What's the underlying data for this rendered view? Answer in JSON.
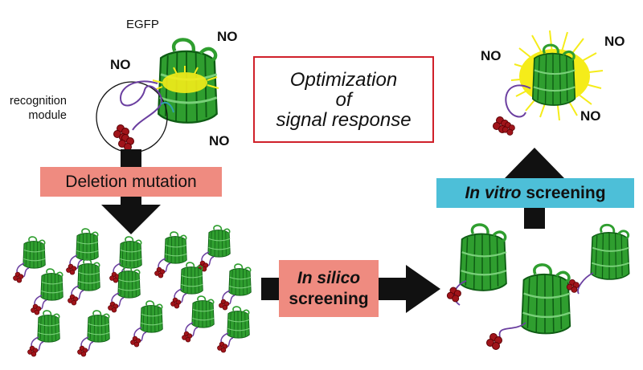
{
  "labels": {
    "egfp": "EGFP",
    "no": "NO",
    "recognition_line1": "recognition",
    "recognition_line2": "module"
  },
  "boxes": {
    "optimization_line1": "Optimization",
    "optimization_line2": "of",
    "optimization_line3": "signal response",
    "deletion": "Deletion mutation",
    "in_silico_italic": "In silico",
    "in_silico_rest": "screening",
    "in_vitro_italic": "In vitro",
    "in_vitro_rest": " screening"
  },
  "colors": {
    "protein_green": "#2f9e2f",
    "linker_purple": "#6b3fa0",
    "bead_red": "#a0141a",
    "glow_yellow": "#f5ec1a",
    "salmon_box": "#ef8b80",
    "cyan_box": "#4dbfd8",
    "red_border": "#d0202a"
  }
}
